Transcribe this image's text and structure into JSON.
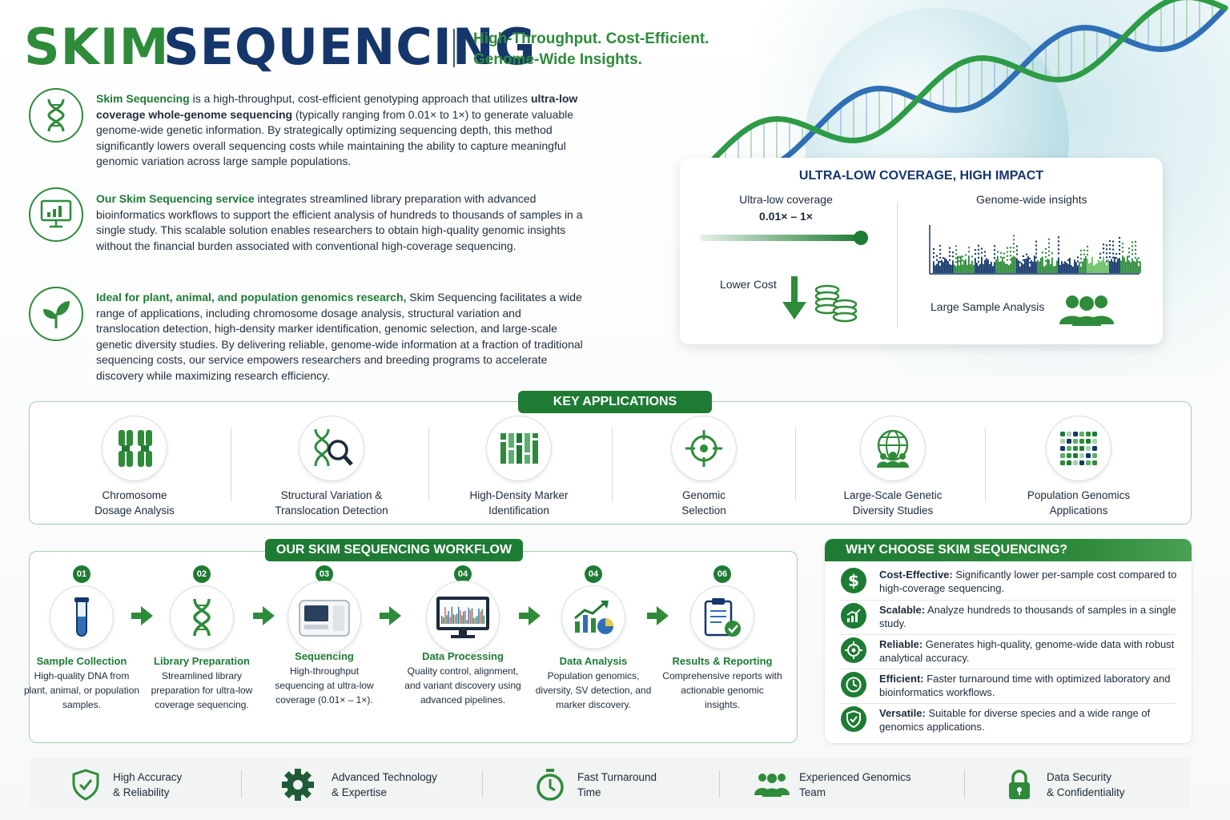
{
  "header": {
    "title_part1": "SKIM",
    "title_part2": "SEQUENCING",
    "tagline_line1": "High-Throughput. Cost-Efficient.",
    "tagline_line2": "Genome-Wide Insights."
  },
  "intro": [
    {
      "icon": "dna-icon",
      "lead": "Skim Sequencing",
      "text1": " is a high-throughput, cost-efficient genotyping approach that utilizes ",
      "bold": "ultra-low coverage whole-genome sequencing",
      "text2": " (typically ranging from 0.01× to 1×) to generate valuable genome-wide genetic information. By strategically optimizing sequencing depth, this method significantly lowers overall sequencing costs while maintaining the ability to capture meaningful genomic variation across large sample populations."
    },
    {
      "icon": "monitor-chart-icon",
      "lead": "Our Skim Sequencing service",
      "text1": " integrates streamlined library preparation with advanced bioinformatics workflows to support the efficient analysis of hundreds to thousands of samples in a single study. This scalable solution enables researchers to obtain high-quality genomic insights without the financial burden associated with conventional high-coverage sequencing."
    },
    {
      "icon": "plant-icon",
      "lead": "Ideal for plant, animal, and population genomics research,",
      "text1": " Skim Sequencing facilitates a wide range of applications, including chromosome dosage analysis, structural variation and translocation detection, high-density marker identification, genomic selection, and large-scale genetic diversity studies. By delivering reliable, genome-wide information at a fraction of traditional sequencing costs, our service empowers researchers and breeding programs to accelerate discovery while maximizing research efficiency."
    }
  ],
  "coverage_card": {
    "title": "ULTRA-LOW COVERAGE, HIGH IMPACT",
    "coverage_label": "Ultra-low coverage",
    "coverage_range": "0.01× – 1×",
    "insights_label": "Genome-wide insights",
    "cost_label": "Lower Cost",
    "samples_label": "Large Sample Analysis"
  },
  "key_applications": {
    "title": "KEY APPLICATIONS",
    "items": [
      {
        "line1": "Chromosome",
        "line2": "Dosage Analysis",
        "icon": "chromosome-icon"
      },
      {
        "line1": "Structural Variation &",
        "line2": "Translocation Detection",
        "icon": "dna-magnifier-icon"
      },
      {
        "line1": "High-Density Marker",
        "line2": "Identification",
        "icon": "marker-bars-icon"
      },
      {
        "line1": "Genomic",
        "line2": "Selection",
        "icon": "target-icon"
      },
      {
        "line1": "Large-Scale Genetic",
        "line2": "Diversity Studies",
        "icon": "globe-people-icon"
      },
      {
        "line1": "Population Genomics",
        "line2": "Applications",
        "icon": "dot-grid-icon"
      }
    ]
  },
  "workflow": {
    "title": "OUR SKIM SEQUENCING WORKFLOW",
    "steps": [
      {
        "num": "01",
        "title": "Sample Collection",
        "desc": "High-quality DNA from plant, animal, or population samples.",
        "icon": "test-tube-icon"
      },
      {
        "num": "02",
        "title": "Library Preparation",
        "desc": "Streamlined library preparation for ultra-low coverage sequencing.",
        "icon": "dna-icon"
      },
      {
        "num": "03",
        "title": "Sequencing",
        "desc": "High-throughput sequencing at ultra-low coverage (0.01× – 1×).",
        "icon": "sequencer-icon"
      },
      {
        "num": "04",
        "title": "Data Processing",
        "desc": "Quality control, alignment, and variant discovery using advanced pipelines.",
        "icon": "monitor-icon"
      },
      {
        "num": "04",
        "title": "Data Analysis",
        "desc": "Population genomics, diversity, SV detection, and marker discovery.",
        "icon": "analysis-chart-icon"
      },
      {
        "num": "06",
        "title": "Results & Reporting",
        "desc": "Comprehensive reports with actionable genomic insights.",
        "icon": "clipboard-check-icon"
      }
    ]
  },
  "why_choose": {
    "title": "WHY CHOOSE SKIM SEQUENCING?",
    "items": [
      {
        "bold": "Cost-Effective:",
        "text": " Significantly lower per-sample cost compared to high-coverage sequencing.",
        "icon": "dollar-icon"
      },
      {
        "bold": "Scalable:",
        "text": " Analyze hundreds to thousands of samples in a single study.",
        "icon": "growth-chart-icon"
      },
      {
        "bold": "Reliable:",
        "text": " Generates high-quality, genome-wide data with robust analytical accuracy.",
        "icon": "target-icon"
      },
      {
        "bold": "Efficient:",
        "text": " Faster turnaround time with optimized laboratory and bioinformatics workflows.",
        "icon": "clock-icon"
      },
      {
        "bold": "Versatile:",
        "text": " Suitable for diverse species and a wide range of genomics applications.",
        "icon": "shield-check-icon"
      }
    ]
  },
  "footer": [
    {
      "line1": "High Accuracy",
      "line2": "& Reliability",
      "icon": "shield-check-icon"
    },
    {
      "line1": "Advanced Technology",
      "line2": "& Expertise",
      "icon": "gear-icon"
    },
    {
      "line1": "Fast Turnaround",
      "line2": "Time",
      "icon": "stopwatch-icon"
    },
    {
      "line1": "Experienced Genomics",
      "line2": "Team",
      "icon": "team-icon"
    },
    {
      "line1": "Data Security",
      "line2": "& Confidentiality",
      "icon": "lock-icon"
    }
  ],
  "colors": {
    "primary_green": "#1e7b34",
    "accent_green": "#2e8b3a",
    "navy": "#14366a"
  }
}
